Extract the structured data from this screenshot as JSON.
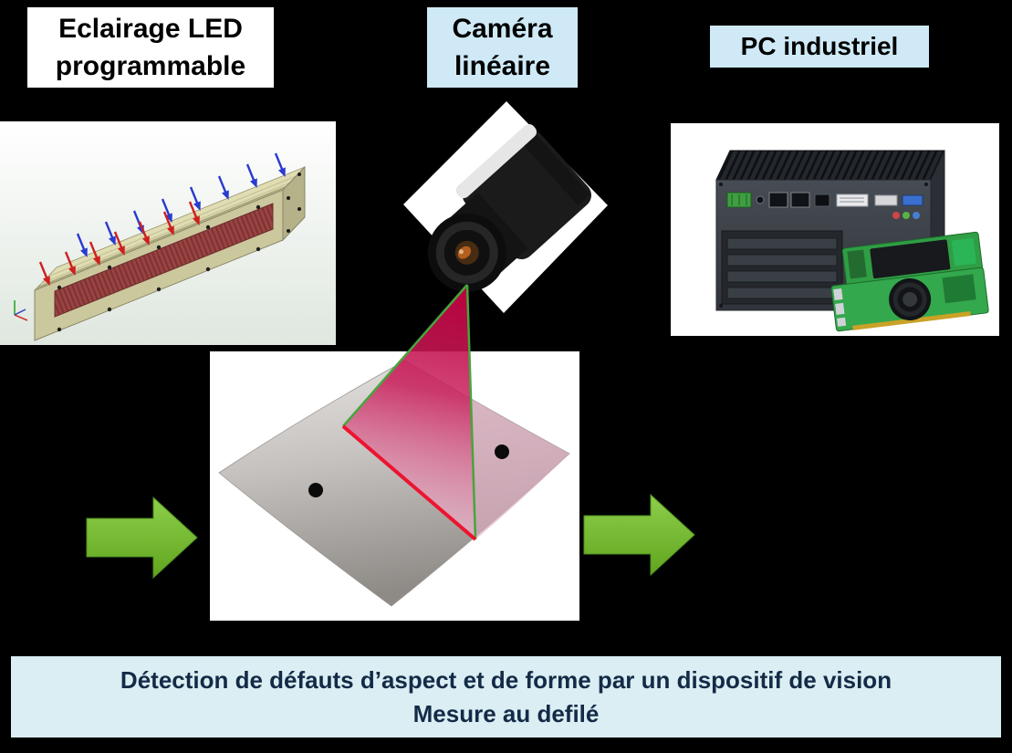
{
  "header_labels": {
    "led": {
      "line1": "Eclairage LED",
      "line2": "programmable"
    },
    "camera": {
      "line1": "Caméra",
      "line2": "linéaire"
    },
    "pc": {
      "label": "PC industriel"
    }
  },
  "illustrations": {
    "led_bar": "led-light-bar",
    "camera": "line-scan-camera",
    "pc": "industrial-pc-with-gpu-cards",
    "sheet": "sheet-with-laser-line"
  },
  "banner": {
    "line1": "Détection de défauts d’aspect et de forme par un dispositif de vision",
    "line2": "Mesure au defilé"
  },
  "colors": {
    "background": "#000000",
    "label_white": "#ffffff",
    "label_blue": "#cfe9f6",
    "banner_bg": "#daeef3",
    "banner_text": "#142b47",
    "arrow_green": "#7fc241",
    "laser_crimson": "#c0003f",
    "laser_pink": "#dba8bd",
    "laser_line_red": "#ec1430",
    "laser_edge_green": "#46a53c"
  }
}
